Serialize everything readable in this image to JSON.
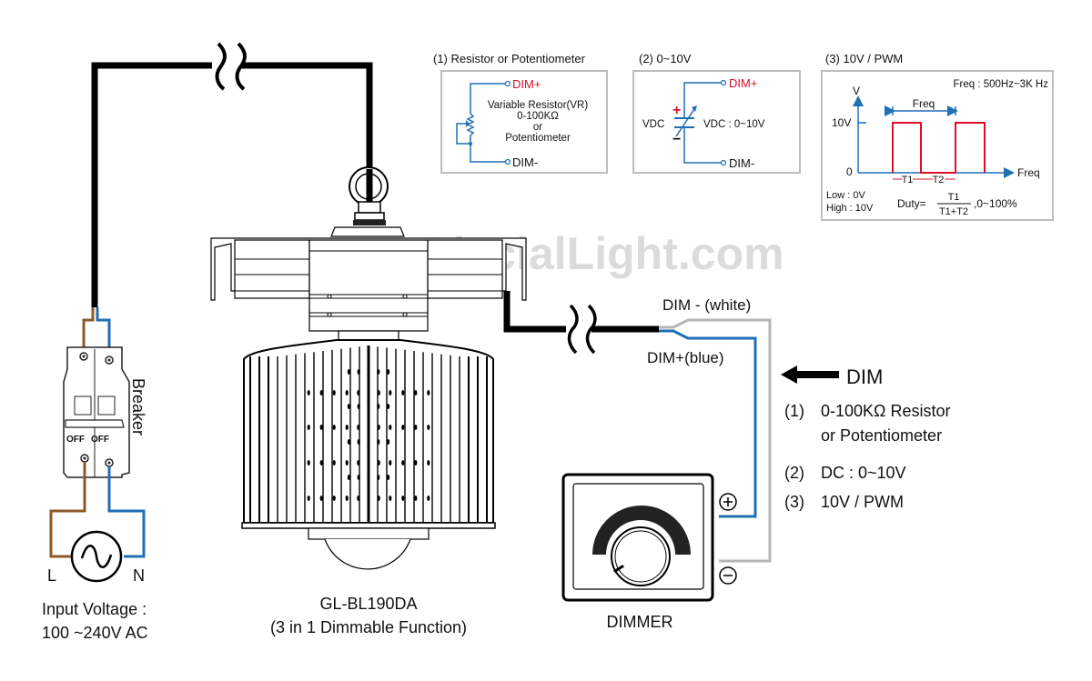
{
  "watermark": "www.GlacialLight.com",
  "colors": {
    "live_wire": "#8b5a2b",
    "neutral_wire": "#1f6fb5",
    "dim_plus_wire": "#1f6fb5",
    "dim_minus_wire": "#b5b5b5",
    "cable": "#000000",
    "accent_red": "#d9102a",
    "schematic_blue": "#1f6fb5",
    "panel_border": "#bdbdbd"
  },
  "power": {
    "breaker_label": "Breaker",
    "off_left": "OFF",
    "off_right": "OFF",
    "live_label": "L",
    "neutral_label": "N",
    "input_voltage_line1": "Input Voltage :",
    "input_voltage_line2": "100 ~240V AC"
  },
  "lamp": {
    "model": "GL-BL190DA",
    "subtitle": "(3 in 1 Dimmable Function)"
  },
  "wires": {
    "dim_minus": "DIM - (white)",
    "dim_plus": "DIM+(blue)"
  },
  "dimmer": {
    "label": "DIMMER",
    "plus_symbol": "+",
    "minus_symbol": "−"
  },
  "dim_legend": {
    "title": "DIM",
    "items": [
      {
        "num": "(1)",
        "line1": "0-100KΩ Resistor",
        "line2": "or Potentiometer"
      },
      {
        "num": "(2)",
        "line1": "DC : 0~10V"
      },
      {
        "num": "(3)",
        "line1": "10V / PWM"
      }
    ]
  },
  "panels": {
    "resistor": {
      "title": "(1)  Resistor or Potentiometer",
      "dim_plus": "DIM+",
      "dim_minus": "DIM-",
      "desc": [
        "Variable Resistor(VR)",
        "0-100KΩ",
        "or",
        "Potentiometer"
      ]
    },
    "voltage": {
      "title": "(2)  0~10V",
      "dim_plus": "DIM+",
      "dim_minus": "DIM-",
      "vdc_left": "VDC",
      "vdc_right": "VDC : 0~10V",
      "plus": "+",
      "minus": "−"
    },
    "pwm": {
      "title": "(3)  10V / PWM",
      "freq_range": "Freq : 500Hz~3K Hz",
      "y_axis": "V",
      "y_high": "10V",
      "y_zero": "0",
      "x_axis": "Freq",
      "period_label": "Freq",
      "t1": "T1",
      "t2": "T2",
      "low": "Low : 0V",
      "high": "High : 10V",
      "duty_prefix": "Duty=",
      "duty_num": "T1",
      "duty_den": "T1+T2",
      "duty_suffix": ",0~100%"
    }
  }
}
